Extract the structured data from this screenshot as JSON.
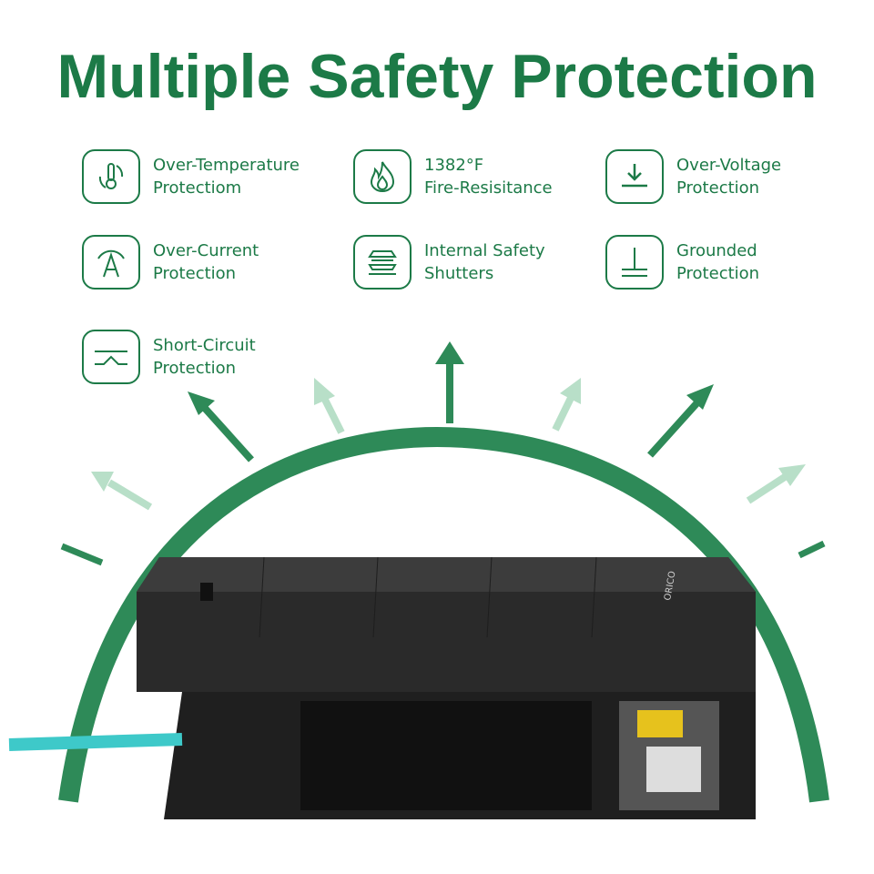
{
  "title": "Multiple Safety Protection",
  "features": [
    {
      "icon": "thermometer-icon",
      "line1": "Over-Temperature",
      "line2": "Protectiom"
    },
    {
      "icon": "flame-icon",
      "line1": "1382°F",
      "line2": "Fire-Resisitance"
    },
    {
      "icon": "voltage-down-arrow-icon",
      "line1": "Over-Voltage",
      "line2": "Protection"
    },
    {
      "icon": "ampere-icon",
      "line1": "Over-Current",
      "line2": "Protection"
    },
    {
      "icon": "shutters-layers-icon",
      "line1": "Internal Safety",
      "line2": "Shutters"
    },
    {
      "icon": "ground-symbol-icon",
      "line1": "Grounded",
      "line2": "Protection"
    },
    {
      "icon": "short-circuit-icon",
      "line1": "Short-Circuit",
      "line2": "Protection"
    }
  ],
  "brand": "ORICO",
  "colors": {
    "green": "#1c7a47",
    "light_green": "#a9d9bd"
  }
}
